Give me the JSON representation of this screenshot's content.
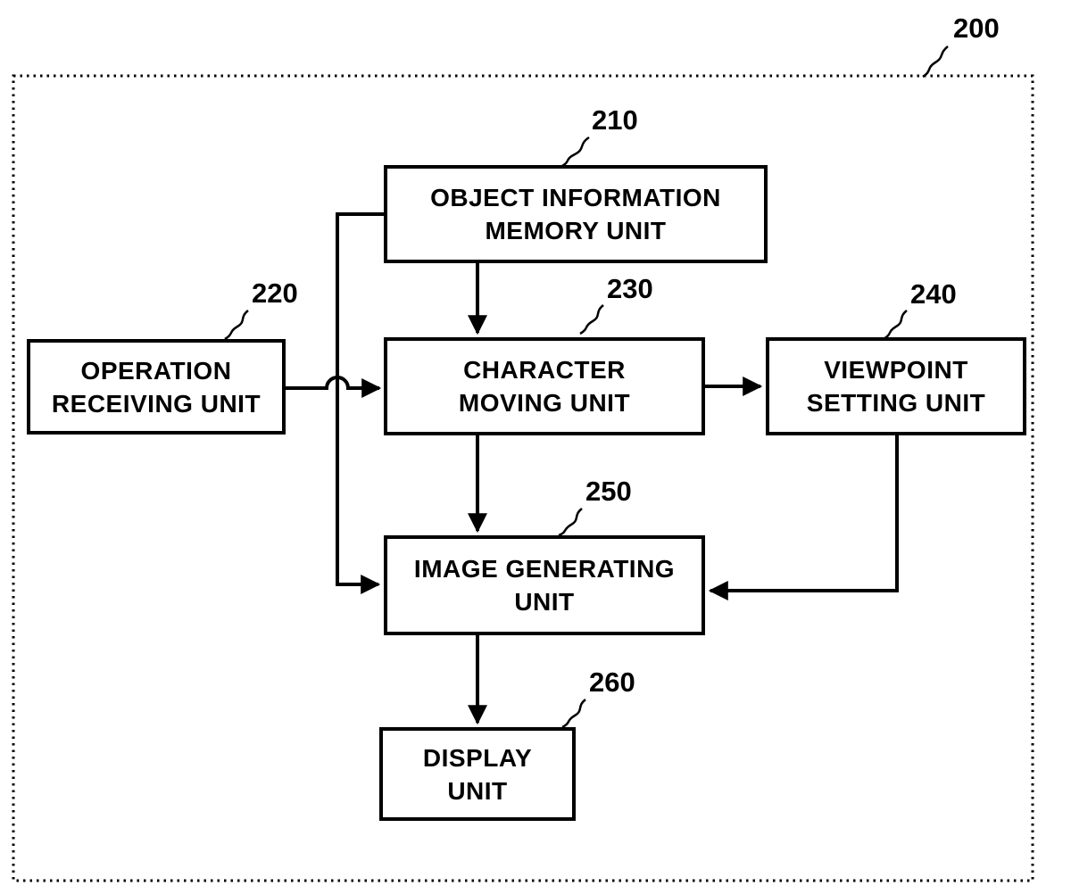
{
  "figure": {
    "outer_label": "200"
  },
  "nodes": {
    "object_memory": {
      "ref": "210",
      "lines": [
        "OBJECT INFORMATION",
        "MEMORY UNIT"
      ]
    },
    "operation": {
      "ref": "220",
      "lines": [
        "OPERATION",
        "RECEIVING UNIT"
      ]
    },
    "character": {
      "ref": "230",
      "lines": [
        "CHARACTER",
        "MOVING UNIT"
      ]
    },
    "viewpoint": {
      "ref": "240",
      "lines": [
        "VIEWPOINT",
        "SETTING UNIT"
      ]
    },
    "image_gen": {
      "ref": "250",
      "lines": [
        "IMAGE GENERATING",
        "UNIT"
      ]
    },
    "display": {
      "ref": "260",
      "lines": [
        "DISPLAY",
        "UNIT"
      ]
    }
  },
  "edges": [
    {
      "from": "object_memory",
      "to": "character"
    },
    {
      "from": "object_memory",
      "to": "image_gen"
    },
    {
      "from": "operation",
      "to": "character"
    },
    {
      "from": "character",
      "to": "viewpoint"
    },
    {
      "from": "character",
      "to": "image_gen"
    },
    {
      "from": "viewpoint",
      "to": "image_gen"
    },
    {
      "from": "image_gen",
      "to": "display"
    }
  ],
  "colors": {
    "line": "#000000",
    "background": "#ffffff"
  }
}
